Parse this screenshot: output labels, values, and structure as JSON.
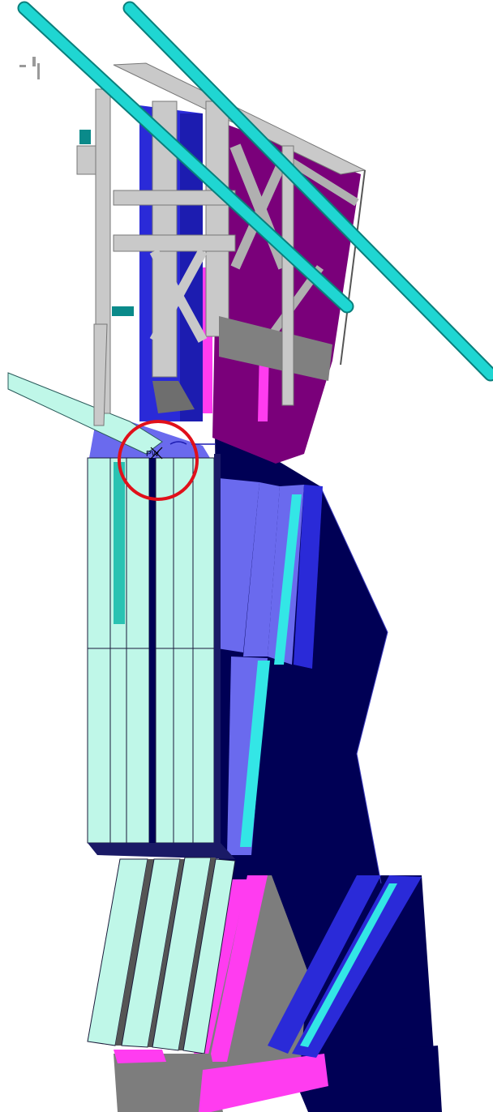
{
  "colors": {
    "background": "#ffffff",
    "pipe": "#1fd6d2",
    "pipe_edge": "#0a7f7c",
    "frame_grey": "#c9c9c9",
    "frame_dark": "#808080",
    "dark_navy": "#000055",
    "blue": "#2a2ad8",
    "periwinkle": "#6a6aee",
    "cyan": "#33e6e6",
    "pale_mint": "#bff7e8",
    "magenta": "#ff3cf0",
    "purple": "#7a007a",
    "grey_block": "#7d7d7d",
    "highlight_circle": "#e0101a"
  },
  "annotation": {
    "label": "PW",
    "shape": "circle",
    "color": "red"
  },
  "icons": [
    "crosshair-icon"
  ]
}
